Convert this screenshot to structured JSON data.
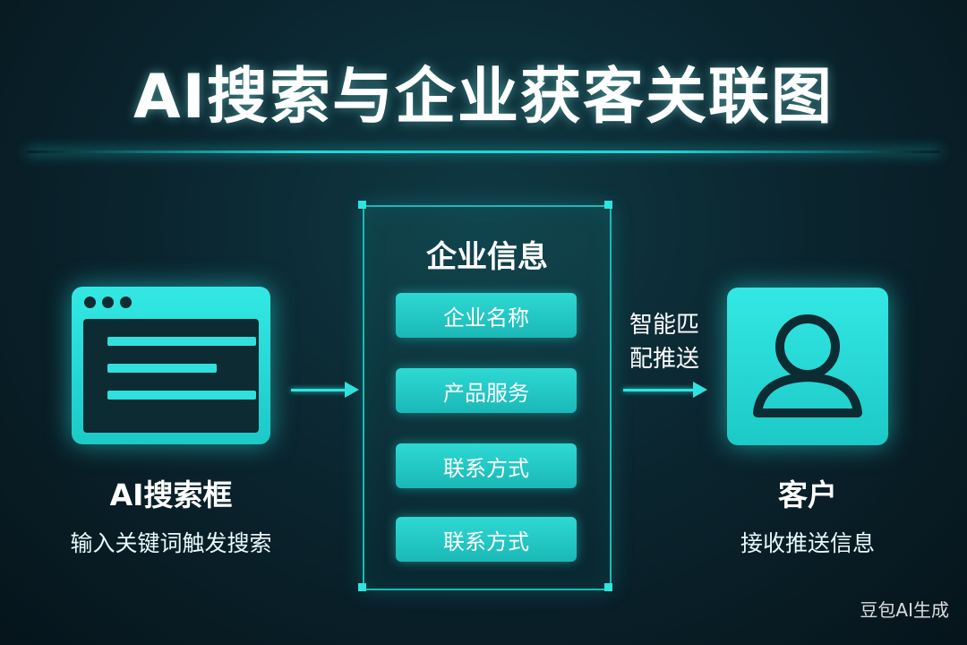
{
  "title": "AI搜索与企业获客关联图",
  "search_box": {
    "label": "AI搜索框",
    "description": "输入关键词触发搜索"
  },
  "company_panel": {
    "title": "企业信息",
    "items": [
      {
        "label": "企业名称"
      },
      {
        "label": "产品服务"
      },
      {
        "label": "联系方式"
      },
      {
        "label": "联系方式"
      }
    ]
  },
  "match_push": {
    "line1": "智能匹",
    "line2": "配推送"
  },
  "client": {
    "label": "客户",
    "description": "接收推送信息"
  },
  "watermark": "豆包AI生成",
  "colors": {
    "accent": "#1fd6d6",
    "card": "#26d7d4",
    "background": "#0b2630",
    "icon_dark": "#0d2b33"
  },
  "icons": {
    "search_box": "browser-window-icon",
    "client": "user-icon"
  }
}
